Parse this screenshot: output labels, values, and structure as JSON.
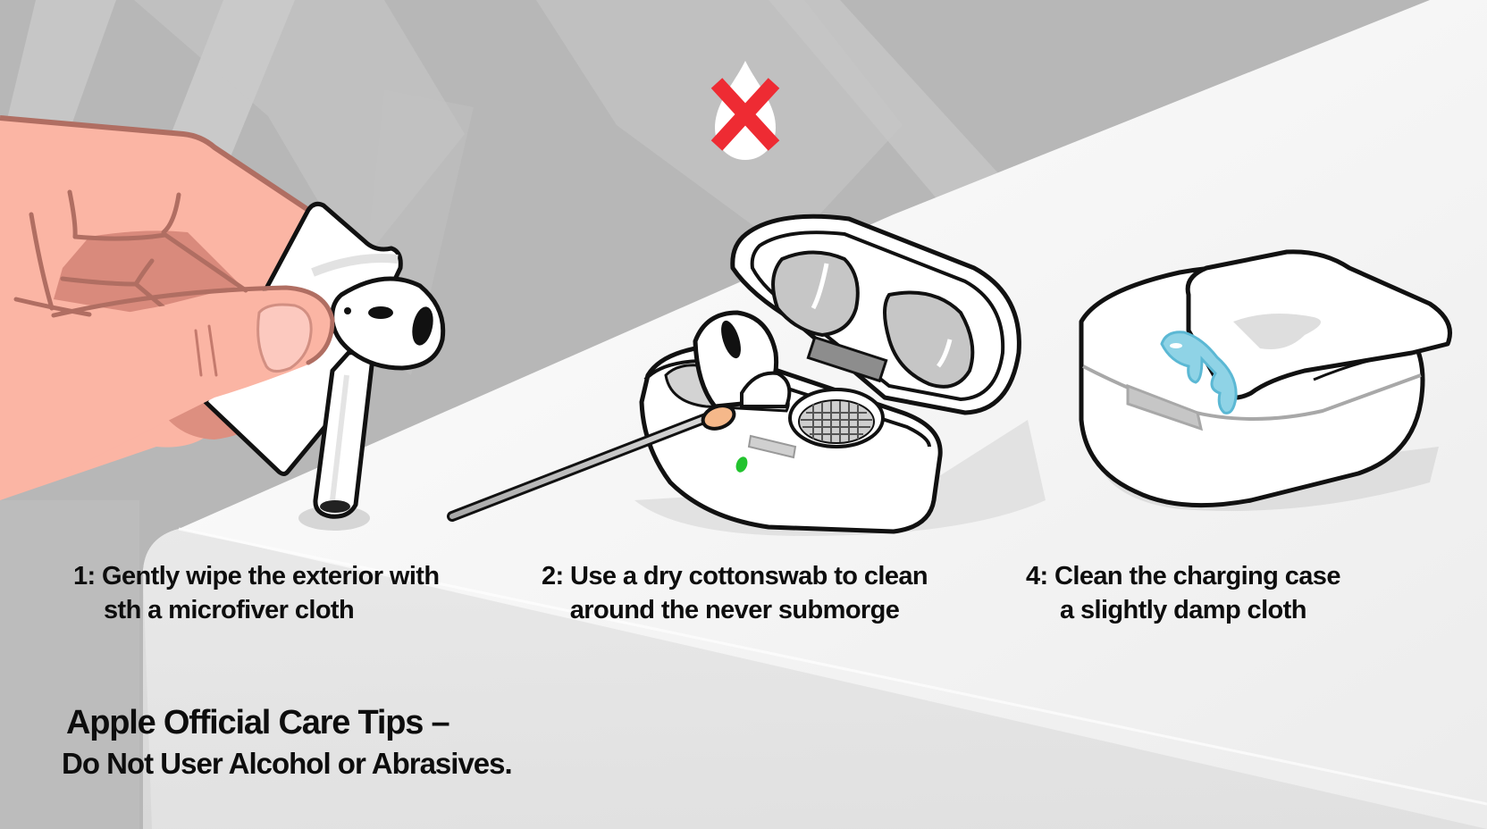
{
  "illustration": {
    "warning_icon": {
      "name": "no-liquid-icon",
      "drop_color": "#ffffff",
      "cross_color": "#ee2b33"
    },
    "steps": [
      {
        "number": "1",
        "line1": "1: Gently wipe the exterior with",
        "line2": "sth a microfiver cloth",
        "scene": "hand-wiping-airpod-with-cloth"
      },
      {
        "number": "2",
        "line1": "2: Use a dry cottonswab to clean",
        "line2": "around the never submorge",
        "scene": "cotton-swab-cleaning-open-case"
      },
      {
        "number": "4",
        "line1": "4: Clean the charging case",
        "line2": "a slightly damp cloth",
        "scene": "damp-cloth-on-closed-case"
      }
    ],
    "footer": {
      "title": "Apple Official Care Tips –",
      "subtitle": "Do Not User Alcohol or Abrasives."
    },
    "colors": {
      "background_gray": "#b9b9b9",
      "table_surface": "#f2f2f2",
      "skin": "#fbb5a4",
      "skin_outline": "#b06e62",
      "swab_tip": "#f5b88a",
      "status_light": "#22c32e",
      "water": "#8fd3e6",
      "water_outline": "#5bb8d4",
      "cross_red": "#ee2b33"
    }
  }
}
